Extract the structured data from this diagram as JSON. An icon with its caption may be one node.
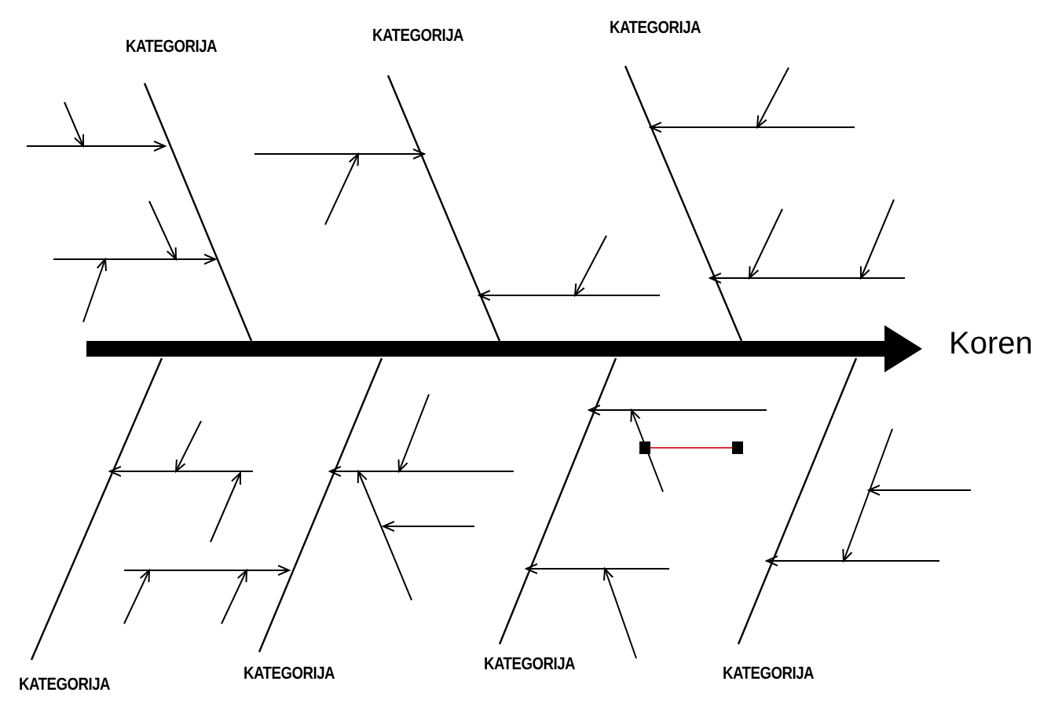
{
  "diagram": {
    "nodes": [
      {
        "text": [
          "KATEGORIJA"
        ]
      },
      {
        "text": [
          "KATEGORIJA"
        ]
      },
      {
        "text": [
          "KATEGORIJA"
        ]
      },
      {
        "text": [
          "KATEGORIJA"
        ]
      },
      {
        "text": [
          "KATEGORIJA"
        ]
      },
      {
        "text": [
          "KATEGORIJA"
        ]
      },
      {
        "text": [
          "KATEGORIJA"
        ]
      },
      {
        "text": [
          "Koren"
        ]
      }
    ],
    "edges": [
      {
        "from": null,
        "to": 7,
        "arrow": "to",
        "style": "thick"
      },
      {
        "from": 0,
        "to": null,
        "arrow": "none"
      },
      {
        "from": 1,
        "to": null,
        "arrow": "none"
      },
      {
        "from": 2,
        "to": null,
        "arrow": "none"
      },
      {
        "from": 3,
        "to": null,
        "arrow": "none"
      },
      {
        "from": 4,
        "to": null,
        "arrow": "none"
      },
      {
        "from": 5,
        "to": null,
        "arrow": "none"
      },
      {
        "from": 6,
        "to": null,
        "arrow": "none"
      }
    ]
  }
}
